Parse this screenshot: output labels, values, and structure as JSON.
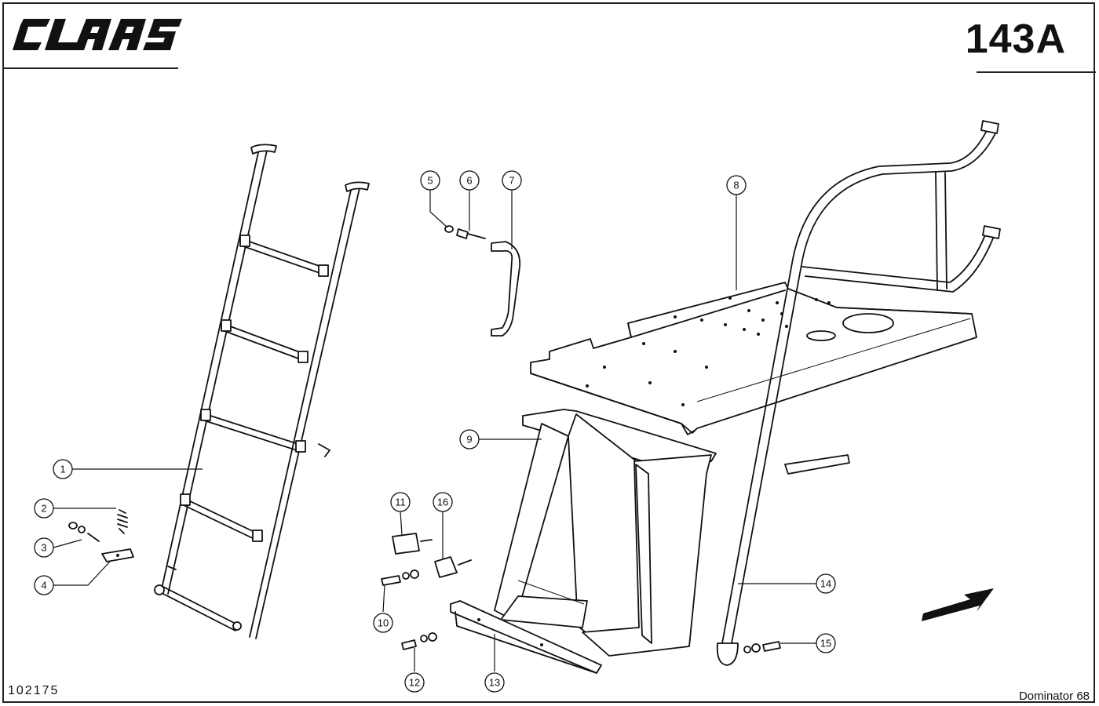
{
  "header": {
    "brand": "CLAAS",
    "page_code": "143A"
  },
  "footer": {
    "drawing_number": "102175",
    "model": "Dominator 68"
  },
  "callouts": [
    {
      "id": "1",
      "part": "ladder"
    },
    {
      "id": "2",
      "part": "spring"
    },
    {
      "id": "3",
      "part": "bolt-and-nut"
    },
    {
      "id": "4",
      "part": "latch-plate"
    },
    {
      "id": "5",
      "part": "washer"
    },
    {
      "id": "6",
      "part": "bolt"
    },
    {
      "id": "7",
      "part": "grab-handle"
    },
    {
      "id": "8",
      "part": "platform-floor"
    },
    {
      "id": "9",
      "part": "ladder-bracket-housing"
    },
    {
      "id": "10",
      "part": "bolt"
    },
    {
      "id": "11",
      "part": "clamp"
    },
    {
      "id": "12",
      "part": "bolt-with-washers"
    },
    {
      "id": "13",
      "part": "support-rail"
    },
    {
      "id": "14",
      "part": "handrail"
    },
    {
      "id": "15",
      "part": "bolt-with-washers"
    },
    {
      "id": "16",
      "part": "clamp"
    }
  ]
}
